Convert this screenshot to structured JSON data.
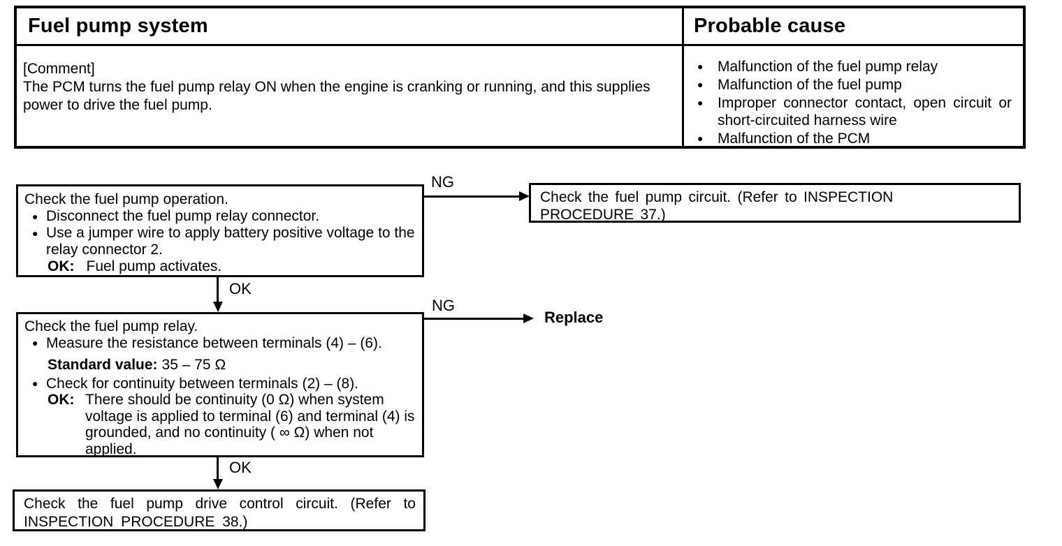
{
  "colors": {
    "ink": "#000000",
    "paper": "#ffffff"
  },
  "icons": {
    "bullet": "●"
  },
  "table": {
    "title": "Fuel pump system",
    "comment_label": "[Comment]",
    "comment_text": "The PCM turns the fuel pump relay ON when the engine is cranking or running, and this supplies power to drive the fuel pump.",
    "probable_cause": {
      "header": "Probable cause",
      "items": [
        "Malfunction of the fuel pump relay",
        "Malfunction of the fuel pump",
        "Improper connector contact, open circuit or short-circuited harness wire",
        "Malfunction of the PCM"
      ]
    }
  },
  "flowchart": {
    "step1": {
      "title": "Check the fuel pump operation.",
      "bullet1": "Disconnect the fuel pump relay connector.",
      "bullet2": "Use a jumper wire to apply battery positive voltage to the relay connector 2.",
      "ok_label": "OK:",
      "ok_text": "Fuel pump activates."
    },
    "ng1_label": "NG",
    "ng1_result": "Check the fuel pump circuit. (Refer to INSPECTION PROCEDURE 37.)",
    "ok1_label": "OK",
    "step2": {
      "title": "Check the fuel pump relay.",
      "bullet1": "Measure the resistance between terminals (4) – (6).",
      "standard_label": "Standard value:",
      "standard_value": "35 – 75 Ω",
      "bullet2": "Check for continuity between terminals (2) – (8).",
      "ok_label": "OK:",
      "ok_text": "There should be continuity (0 Ω) when system voltage is applied to terminal (6) and terminal (4) is grounded, and no continuity ( ∞ Ω) when not applied."
    },
    "ng2_label": "NG",
    "ng2_result": "Replace",
    "ok2_label": "OK",
    "step3": "Check the fuel pump drive control circuit. (Refer to INSPECTION PROCEDURE 38.)"
  }
}
